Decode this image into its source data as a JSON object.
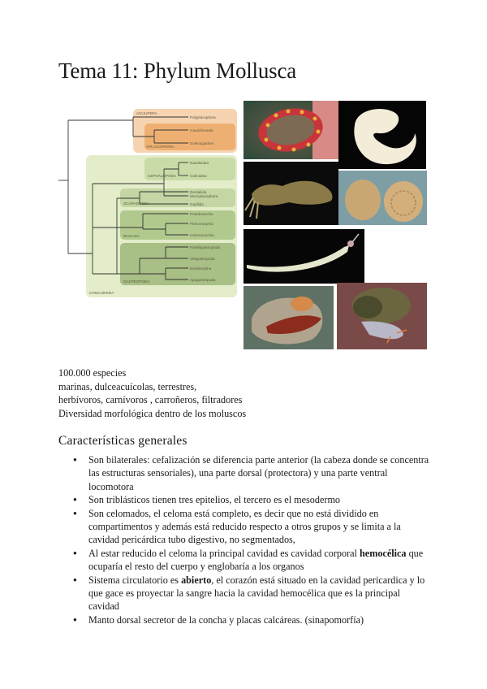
{
  "document": {
    "title": "Tema 11: Phylum Mollusca"
  },
  "cladogram": {
    "groups": {
      "aculifera": {
        "label": "ACULIFERA",
        "color": "#f6d4b1"
      },
      "aplacophora": {
        "label": "APLACOPHORA",
        "color": "#eeb072"
      },
      "conchifera": {
        "label": "CONCHIFERA",
        "color": "#e3edc9"
      },
      "cephalopoda": {
        "label": "CEPHALOPODA",
        "color": "#c9dca7"
      },
      "scaphopoda": {
        "label": "SCAPHOPODA",
        "color": "#c4d6a3"
      },
      "bivalvia": {
        "label": "BIVALVIA",
        "color": "#b2c98e"
      },
      "gastropoda": {
        "label": "GASTROPODA",
        "color": "#a8bf85"
      }
    },
    "taxa": [
      "Polyplacophora",
      "Caudofoveata",
      "Solenogastres",
      "Nautiloidea",
      "Coleoidea",
      "Monoplacophora",
      "Dentaliida",
      "Gadilida",
      "Protobranchia",
      "Pteriomorphia",
      "Heteroconchia",
      "Patellogastropoda",
      "Vetigastropoda",
      "Neritimorpha",
      "Apogastropoda"
    ]
  },
  "photos": [
    {
      "name": "chiton-photo",
      "desc": "chiton"
    },
    {
      "name": "aplacophoran-photo",
      "desc": "aplacophoran"
    },
    {
      "name": "cuttlefish-photo",
      "desc": "cuttlefish"
    },
    {
      "name": "monoplacophoran-photo",
      "desc": "monoplacophoran shells"
    },
    {
      "name": "scaphopod-photo",
      "desc": "tusk shell"
    },
    {
      "name": "scallop-photo",
      "desc": "bivalve"
    },
    {
      "name": "snail-photo",
      "desc": "snail"
    }
  ],
  "intro": {
    "line1": "100.000 especies",
    "line2": "marinas, dulceacuícolas, terrestres,",
    "line3": "herbívoros, carnívoros , carroñeros, filtradores",
    "line4": "Diversidad morfológica dentro de los moluscos"
  },
  "section": {
    "heading": "Características generales",
    "bullets": [
      {
        "text": "Son bilaterales: cefalización se diferencia parte anterior (la cabeza donde se concentra las estructuras sensoriales), una parte dorsal (protectora) y una parte ventral locomotora"
      },
      {
        "text": "Son triblásticos tienen tres epitelios, el tercero es el mesodermo"
      },
      {
        "text": "Son celomados, el celoma está completo, es decir que no está dividido en compartimentos y además está reducido respecto a otros grupos y se limita a la cavidad pericárdica  tubo digestivo, no segmentados,"
      },
      {
        "pre": "Al estar reducido el celoma la principal cavidad es cavidad corporal ",
        "bold": "hemocélica",
        "post": " que ocuparía el resto del cuerpo y englobaría a los organos"
      },
      {
        "pre": "Sistema circulatorio es ",
        "bold": "abierto",
        "post": ", el corazón está situado en la cavidad pericardica y lo que gace es proyectar la sangre hacia la cavidad hemocélica que es la principal cavidad"
      },
      {
        "text": "Manto dorsal secretor de la concha y placas calcáreas. (sinapomorfía)"
      }
    ]
  }
}
